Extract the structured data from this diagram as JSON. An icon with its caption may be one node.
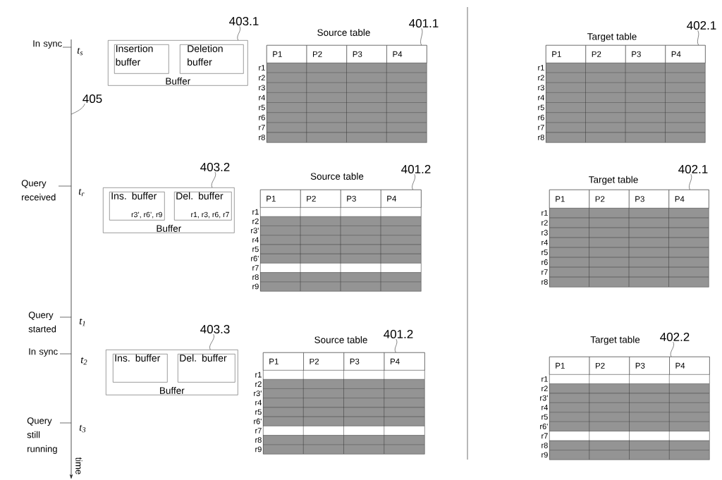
{
  "diagram": {
    "nodes": [
      {
        "text": [
          "403.1"
        ]
      },
      {
        "text": [
          "Buffer"
        ]
      },
      {
        "text": [
          "Insertion buffer"
        ],
        "in": 1
      },
      {
        "text": [
          "Deletion buffer"
        ],
        "in": 1
      },
      {
        "text": [
          "401.1"
        ]
      },
      {
        "text": [
          "Source table",
          "P1",
          "P2",
          "P3",
          "P4"
        ],
        "beside": [
          "r1",
          "r2",
          "r3",
          "r4",
          "r5",
          "r6",
          "r7",
          "r8"
        ]
      },
      {
        "text": [
          "402.1"
        ]
      },
      {
        "text": [
          "Target table",
          "P1",
          "P2",
          "P3",
          "P4"
        ],
        "beside": [
          "r1",
          "r2",
          "r3",
          "r4",
          "r5",
          "r6",
          "r7",
          "r8"
        ]
      },
      {
        "text": [
          "405"
        ]
      },
      {
        "text": [
          "403.2"
        ]
      },
      {
        "text": [
          "Buffer"
        ]
      },
      {
        "text": [
          "Ins. buffer",
          "r3’, r6’, r9"
        ],
        "in": 10
      },
      {
        "text": [
          "Del. buffer",
          "r1, r3, r6, r7"
        ],
        "in": 10
      },
      {
        "text": [
          "401.2"
        ]
      },
      {
        "text": [
          "Source table",
          "P1",
          "P2",
          "P3",
          "P4"
        ],
        "beside": [
          "r1",
          "r2",
          "r3'",
          "r4",
          "r5",
          "r6'",
          "r7",
          "r8",
          "r9"
        ]
      },
      {
        "text": [
          "402.1"
        ]
      },
      {
        "text": [
          "Target table",
          "P1",
          "P2",
          "P3",
          "P4"
        ],
        "beside": [
          "r1",
          "r2",
          "r3",
          "r4",
          "r5",
          "r6",
          "r7",
          "r8"
        ]
      },
      {
        "text": [
          "403.3"
        ]
      },
      {
        "text": [
          "Buffer"
        ]
      },
      {
        "text": [
          "Ins. buffer"
        ],
        "in": 18
      },
      {
        "text": [
          "Del. buffer"
        ],
        "in": 18
      },
      {
        "text": [
          "401.2"
        ]
      },
      {
        "text": [
          "Source table",
          "P1",
          "P2",
          "P3",
          "P4"
        ],
        "beside": [
          "r1",
          "r2",
          "r3'",
          "r4",
          "r5",
          "r6'",
          "r7",
          "r8",
          "r9"
        ]
      },
      {
        "text": [
          "402.2"
        ]
      },
      {
        "text": [
          "Target table",
          "P1",
          "P2",
          "P3",
          "P4"
        ],
        "beside": [
          "r1",
          "r2",
          "r3'",
          "r4",
          "r5",
          "r6'",
          "r7",
          "r8",
          "r9"
        ]
      }
    ],
    "edges": [
      {
        "from": 0,
        "to": 1,
        "arrow": "none"
      },
      {
        "from": 4,
        "to": 5,
        "arrow": "none"
      },
      {
        "from": 6,
        "to": 7,
        "arrow": "none"
      },
      {
        "from": 8,
        "to": null,
        "arrow": "none"
      },
      {
        "from": 9,
        "to": 10,
        "arrow": "none"
      },
      {
        "from": 13,
        "to": 14,
        "arrow": "none"
      },
      {
        "from": 15,
        "to": 16,
        "arrow": "none"
      },
      {
        "from": 17,
        "to": 18,
        "arrow": "none"
      },
      {
        "from": 21,
        "to": 22,
        "arrow": "none"
      },
      {
        "from": 23,
        "to": 24,
        "arrow": "none"
      }
    ],
    "labels": [
      "In sync",
      "t$_{s}$",
      "Query received",
      "t$_{r}$",
      "Query started",
      "t$_{1}$",
      "In sync",
      "t$_{2}$",
      "Query still running",
      "t$_{3}$",
      "time"
    ]
  }
}
